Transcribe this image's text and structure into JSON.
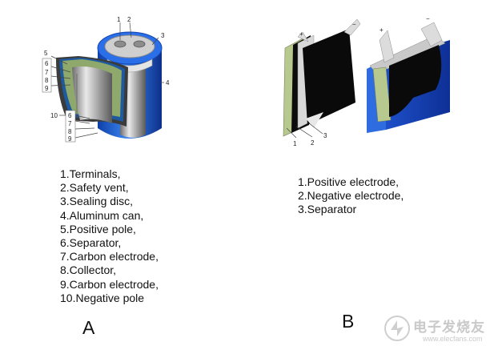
{
  "diagram_a": {
    "callouts": [
      "1",
      "2",
      "3",
      "4",
      "5",
      "6",
      "7",
      "8",
      "9",
      "10",
      "6",
      "7",
      "8",
      "9"
    ],
    "legend": [
      "1.Terminals,",
      "2.Safety vent,",
      "3.Sealing disc,",
      "4.Aluminum can,",
      "5.Positive pole,",
      "6.Separator,",
      "7.Carbon electrode,",
      "8.Collector,",
      "9.Carbon electrode,",
      "10.Negative pole"
    ],
    "caption": "A"
  },
  "diagram_b": {
    "callouts": [
      "+",
      "−",
      "+",
      "−",
      "1",
      "2",
      "3"
    ],
    "legend": [
      "1.Positive electrode,",
      "2.Negative electrode,",
      "3.Separator"
    ],
    "caption": "B"
  },
  "watermark": {
    "brand": "电子发烧友",
    "url": "www.elecfans.com"
  },
  "colors": {
    "can_blue": "#1f5fd6",
    "electrode_black": "#0a0a0a",
    "electrode_green": "#b7c98e",
    "separator_gray": "#d8d8d8"
  }
}
